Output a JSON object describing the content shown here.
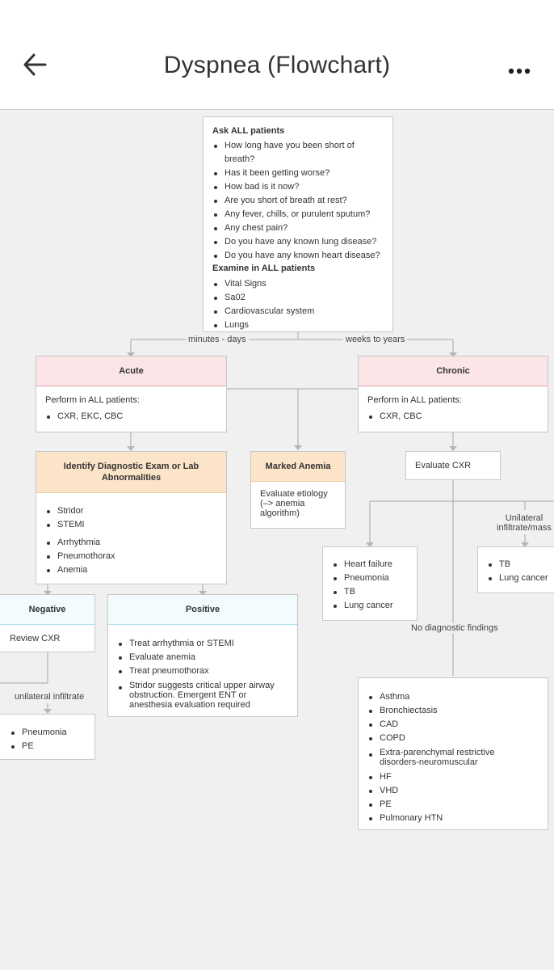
{
  "header": {
    "title": "Dyspnea (Flowchart)"
  },
  "top": {
    "ask_title": "Ask ALL patients",
    "ask_items": [
      "How long have you been short of breath?",
      "Has it been getting worse?",
      "How bad is it now?",
      "Are you short of breath at rest?",
      "Any fever, chills, or purulent sputum?",
      "Any chest pain?",
      "Do you have any known lung disease?",
      "Do you have any known heart disease?"
    ],
    "exam_title": "Examine in ALL patients",
    "exam_items": [
      "Vital Signs",
      "Sa02",
      "Cardiovascular system",
      "Lungs"
    ]
  },
  "edges": {
    "minutes_days": "minutes - days",
    "weeks_years": "weeks to years",
    "unilateral_infiltrate": "unilateral infiltrate",
    "unilateral_mass": "Unilateral infiltrate/mass",
    "no_findings": "No diagnostic findings"
  },
  "acute": {
    "title": "Acute",
    "perform": "Perform in ALL patients:",
    "items": [
      "CXR, EKC, CBC"
    ]
  },
  "chronic": {
    "title": "Chronic",
    "perform": "Perform in ALL patients:",
    "items": [
      "CXR, CBC"
    ]
  },
  "identify": {
    "title": "Identify Diagnostic Exam or Lab Abnormalities",
    "items_a": [
      "Stridor",
      "STEMI"
    ],
    "items_b": [
      "Arrhythmia",
      "Pneumothorax",
      "Anemia"
    ]
  },
  "anemia": {
    "title": "Marked Anemia",
    "text": "Evaluate etiology (–> anemia algorithm)"
  },
  "eval_cxr": {
    "text": "Evaluate CXR"
  },
  "heart": {
    "items": [
      "Heart failure",
      "Pneumonia",
      "TB",
      "Lung cancer"
    ]
  },
  "tb": {
    "items": [
      "TB",
      "Lung cancer"
    ]
  },
  "negative": {
    "title": "Negative",
    "text": "Review CXR"
  },
  "positive": {
    "title": "Positive",
    "items": [
      "Treat arrhythmia or STEMI",
      "Evaluate anemia",
      "Treat pneumothorax",
      "Stridor suggests critical upper airway obstruction. Emergent ENT or anesthesia evaluation required"
    ]
  },
  "pneumonia_pe": {
    "items": [
      "Pneumonia",
      "PE"
    ]
  },
  "chronic_list": {
    "items": [
      "Asthma",
      "Bronchiectasis",
      "CAD",
      "COPD",
      "Extra-parenchymal restrictive disorders-neuromuscular",
      "HF",
      "VHD",
      "PE",
      "Pulmonary HTN"
    ]
  }
}
